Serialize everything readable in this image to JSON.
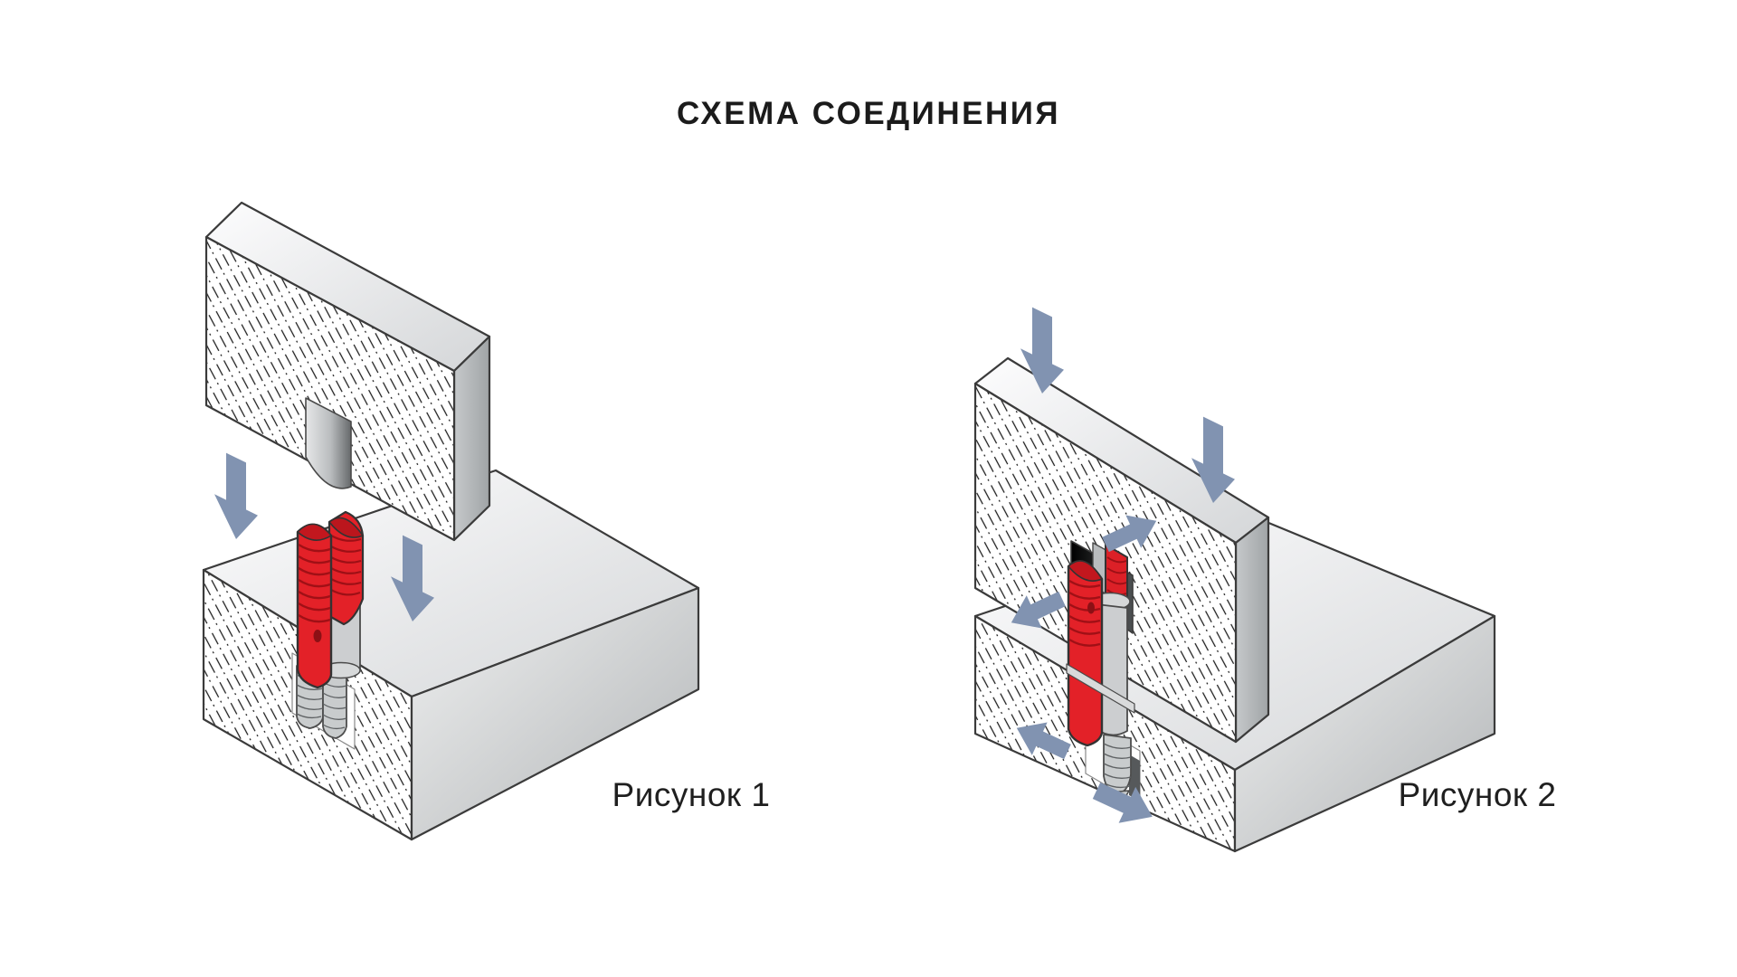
{
  "title": "СХЕМА СОЕДИНЕНИЯ",
  "figure1": {
    "caption": "Рисунок 1"
  },
  "figure2": {
    "caption": "Рисунок 2"
  },
  "colors": {
    "background": "#ffffff",
    "anchor_red": "#e32128",
    "anchor_red_dark": "#a81016",
    "arrow_blue": "#8193b1",
    "outline": "#3b3b3b",
    "hatch_line": "#1b1b1b"
  }
}
